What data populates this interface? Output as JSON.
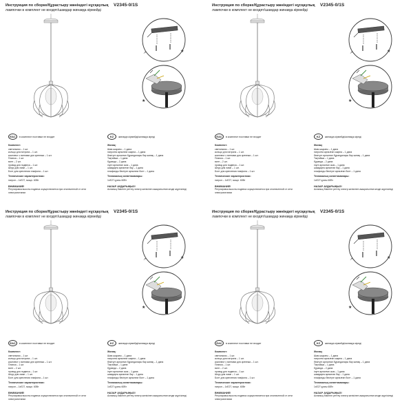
{
  "sheet": {
    "header_line1": "Инструкция по сборке/Құрастыру жөніндегі нұсқаулық",
    "model": "V2345-0/1S",
    "header_line2": "лампочки в комплект не входят/шамдар жинаққа кірмейді",
    "cert_left_text": "в комплект поставки не входит",
    "cert_right_text": "жинаққа кірмейді/жинаққа кіреді",
    "ru_title": "Комплект:",
    "ru_items": [
      "светильник – 1 шт.",
      "кольцо для патрона – 1 шт.",
      "комплект с винтами для крепежа – 1 шт.",
      "Планка – 1 шт.",
      "винт – 2 шт.",
      "провод для подвеса – 1 шт.",
      "Шнур для ламп – 1 шт.",
      "Болт для крепления плафона – 1 шт."
    ],
    "kz_title": "Жинақ:",
    "kz_items": [
      "Шам шырағы – 1 дана",
      "патронға арналған сақина – 1 дана",
      "бекітуге арналған бұрандалары бар жинақ – 1 дана",
      "Тақтайша – 1 дана",
      "бұранда – 2 дана",
      "ілуге арналған сым – 1 дана",
      "шамдарға арналған бау – 1 дана",
      "плафонды бекітуге арналған болт – 1 дана"
    ],
    "ru_tech_title": "Технические характеристики:",
    "ru_tech_text": "патрон – 1хE27, мощн. 60Вт",
    "kz_tech_title": "Техникалық сипаттамалары:",
    "kz_tech_text": "1хE27 қуаты 60Вт",
    "ru_warn_title": "ВНИМАНИЕ!",
    "ru_warn_text": "Регулировка высоты подвеса осуществляется при отключенной от сети электропитании",
    "kz_warn_title": "НАЗАР АУДАРЫҢЫЗ!",
    "kz_warn_text": "Аспаның биіктігін реттеу электр желісінен ажыратылған кезде жүргізіледі"
  },
  "colors": {
    "ink": "#222222",
    "ceiling_plate": "#555555",
    "zoom_circle": "#333333"
  },
  "icons": [
    "lamp-illustration",
    "ceiling-mount-diagram",
    "assembly-detail-diagram",
    "star-icon",
    "arrow-icon"
  ]
}
